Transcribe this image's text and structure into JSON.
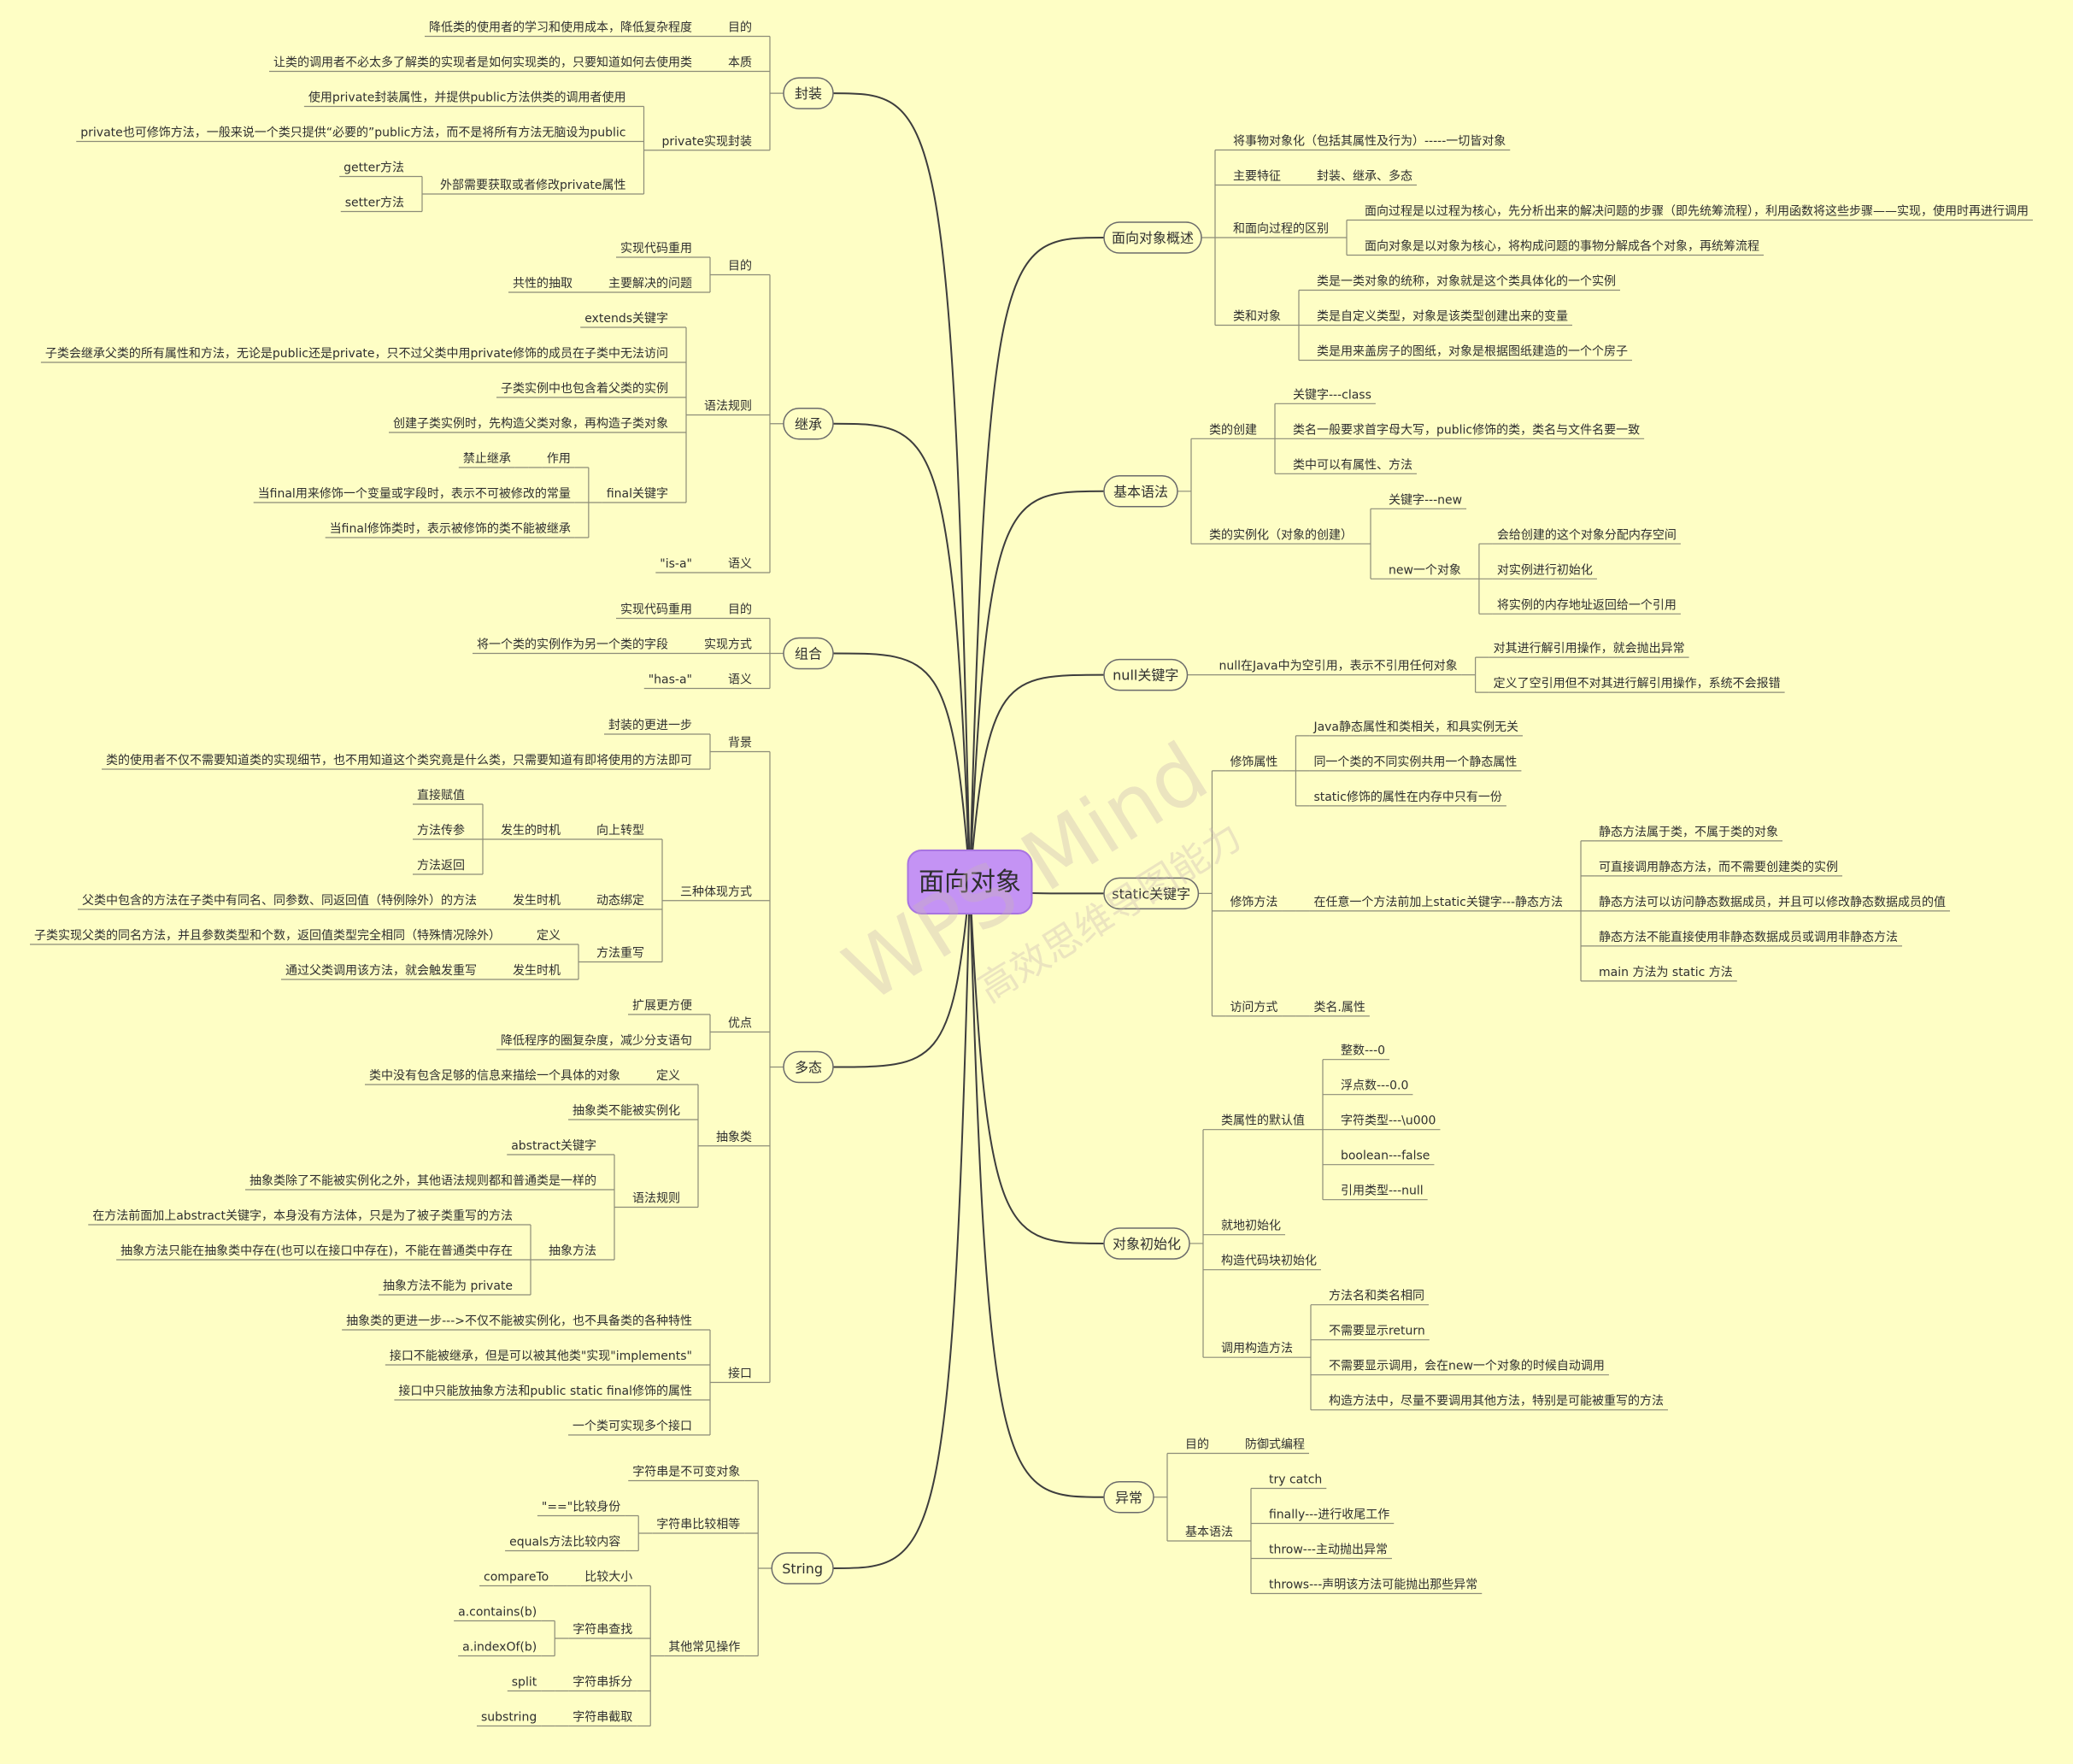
{
  "root": "面向对象",
  "watermark": {
    "brand": "WPS Mind",
    "sub": "高效思维导图能力"
  },
  "colors": {
    "bg": "#fefec5",
    "line": "#3d3d3d",
    "sub_line": "#8c8c78",
    "root_fill": "#c493f4",
    "root_stroke": "#a874e0",
    "text": "#2f2f2f"
  },
  "branches": {
    "left": [
      {
        "label": "封装",
        "children": [
          {
            "label": "目的",
            "children": [
              {
                "label": "降低类的使用者的学习和使用成本，降低复杂程度"
              }
            ]
          },
          {
            "label": "本质",
            "children": [
              {
                "label": "让类的调用者不必太多了解类的实现者是如何实现类的，只要知道如何去使用类"
              }
            ]
          },
          {
            "label": "private实现封装",
            "children": [
              {
                "label": "使用private封装属性，并提供public方法供类的调用者使用"
              },
              {
                "label": "private也可修饰方法，一般来说一个类只提供“必要的”public方法，而不是将所有方法无脑设为public"
              },
              {
                "label": "外部需要获取或者修改private属性",
                "children": [
                  {
                    "label": "getter方法"
                  },
                  {
                    "label": "setter方法"
                  }
                ]
              }
            ]
          }
        ]
      },
      {
        "label": "继承",
        "children": [
          {
            "label": "目的",
            "children": [
              {
                "label": "实现代码重用"
              },
              {
                "label": "主要解决的问题",
                "children": [
                  {
                    "label": "共性的抽取"
                  }
                ]
              }
            ]
          },
          {
            "label": "语法规则",
            "children": [
              {
                "label": "extends关键字"
              },
              {
                "label": "子类会继承父类的所有属性和方法，无论是public还是private，只不过父类中用private修饰的成员在子类中无法访问"
              },
              {
                "label": "子类实例中也包含着父类的实例"
              },
              {
                "label": "创建子类实例时，先构造父类对象，再构造子类对象"
              },
              {
                "label": "final关键字",
                "children": [
                  {
                    "label": "作用",
                    "children": [
                      {
                        "label": "禁止继承"
                      }
                    ]
                  },
                  {
                    "label": "当final用来修饰一个变量或字段时，表示不可被修改的常量"
                  },
                  {
                    "label": "当final修饰类时，表示被修饰的类不能被继承"
                  }
                ]
              }
            ]
          },
          {
            "label": "语义",
            "children": [
              {
                "label": "\"is-a\""
              }
            ]
          }
        ]
      },
      {
        "label": "组合",
        "children": [
          {
            "label": "目的",
            "children": [
              {
                "label": "实现代码重用"
              }
            ]
          },
          {
            "label": "实现方式",
            "children": [
              {
                "label": "将一个类的实例作为另一个类的字段"
              }
            ]
          },
          {
            "label": "语义",
            "children": [
              {
                "label": "\"has-a\""
              }
            ]
          }
        ]
      },
      {
        "label": "多态",
        "children": [
          {
            "label": "背景",
            "children": [
              {
                "label": "封装的更进一步"
              },
              {
                "label": "类的使用者不仅不需要知道类的实现细节，也不用知道这个类究竟是什么类，只需要知道有即将使用的方法即可"
              }
            ]
          },
          {
            "label": "三种体现方式",
            "children": [
              {
                "label": "向上转型",
                "children": [
                  {
                    "label": "发生的时机",
                    "children": [
                      {
                        "label": "直接赋值"
                      },
                      {
                        "label": "方法传参"
                      },
                      {
                        "label": "方法返回"
                      }
                    ]
                  }
                ]
              },
              {
                "label": "动态绑定",
                "children": [
                  {
                    "label": "发生时机",
                    "children": [
                      {
                        "label": "父类中包含的方法在子类中有同名、同参数、同返回值（特例除外）的方法"
                      }
                    ]
                  }
                ]
              },
              {
                "label": "方法重写",
                "children": [
                  {
                    "label": "定义",
                    "children": [
                      {
                        "label": "子类实现父类的同名方法，并且参数类型和个数，返回值类型完全相同（特殊情况除外）"
                      }
                    ]
                  },
                  {
                    "label": "发生时机",
                    "children": [
                      {
                        "label": "通过父类调用该方法，就会触发重写"
                      }
                    ]
                  }
                ]
              }
            ]
          },
          {
            "label": "优点",
            "children": [
              {
                "label": "扩展更方便"
              },
              {
                "label": "降低程序的圈复杂度，减少分支语句"
              }
            ]
          },
          {
            "label": "抽象类",
            "children": [
              {
                "label": "定义",
                "children": [
                  {
                    "label": "类中没有包含足够的信息来描绘一个具体的对象"
                  }
                ]
              },
              {
                "label": "抽象类不能被实例化"
              },
              {
                "label": "语法规则",
                "children": [
                  {
                    "label": "abstract关键字"
                  },
                  {
                    "label": "抽象类除了不能被实例化之外，其他语法规则都和普通类是一样的"
                  },
                  {
                    "label": "抽象方法",
                    "children": [
                      {
                        "label": "在方法前面加上abstract关键字，本身没有方法体，只是为了被子类重写的方法"
                      },
                      {
                        "label": "抽象方法只能在抽象类中存在(也可以在接口中存在)，不能在普通类中存在"
                      },
                      {
                        "label": "抽象方法不能为 private"
                      }
                    ]
                  }
                ]
              }
            ]
          },
          {
            "label": "接口",
            "children": [
              {
                "label": "抽象类的更进一步--->不仅不能被实例化，也不具备类的各种特性"
              },
              {
                "label": "接口不能被继承，但是可以被其他类\"实现\"implements\""
              },
              {
                "label": "接口中只能放抽象方法和public static final修饰的属性"
              },
              {
                "label": "一个类可实现多个接口"
              }
            ]
          }
        ]
      },
      {
        "label": "String",
        "children": [
          {
            "label": "字符串是不可变对象"
          },
          {
            "label": "字符串比较相等",
            "children": [
              {
                "label": "\"==\"比较身份"
              },
              {
                "label": "equals方法比较内容"
              }
            ]
          },
          {
            "label": "其他常见操作",
            "children": [
              {
                "label": "比较大小",
                "children": [
                  {
                    "label": "compareTo"
                  }
                ]
              },
              {
                "label": "字符串查找",
                "children": [
                  {
                    "label": "a.contains(b)"
                  },
                  {
                    "label": "a.indexOf(b)"
                  }
                ]
              },
              {
                "label": "字符串拆分",
                "children": [
                  {
                    "label": "split"
                  }
                ]
              },
              {
                "label": "字符串截取",
                "children": [
                  {
                    "label": "substring"
                  }
                ]
              }
            ]
          }
        ]
      }
    ],
    "right": [
      {
        "label": "面向对象概述",
        "children": [
          {
            "label": "将事物对象化（包括其属性及行为）-----一切皆对象"
          },
          {
            "label": "主要特征",
            "children": [
              {
                "label": "封装、继承、多态"
              }
            ]
          },
          {
            "label": "和面向过程的区别",
            "children": [
              {
                "label": "面向过程是以过程为核心，先分析出来的解决问题的步骤（即先统筹流程），利用函数将这些步骤——实现，使用时再进行调用"
              },
              {
                "label": "面向对象是以对象为核心，将构成问题的事物分解成各个对象，再统筹流程"
              }
            ]
          },
          {
            "label": "类和对象",
            "children": [
              {
                "label": "类是一类对象的统称，对象就是这个类具体化的一个实例"
              },
              {
                "label": "类是自定义类型，对象是该类型创建出来的变量"
              },
              {
                "label": "类是用来盖房子的图纸，对象是根据图纸建造的一个个房子"
              }
            ]
          }
        ]
      },
      {
        "label": "基本语法",
        "children": [
          {
            "label": "类的创建",
            "children": [
              {
                "label": "关键字---class"
              },
              {
                "label": "类名一般要求首字母大写，public修饰的类，类名与文件名要一致"
              },
              {
                "label": "类中可以有属性、方法"
              }
            ]
          },
          {
            "label": "类的实例化（对象的创建）",
            "children": [
              {
                "label": "关键字---new"
              },
              {
                "label": "new一个对象",
                "children": [
                  {
                    "label": "会给创建的这个对象分配内存空间"
                  },
                  {
                    "label": "对实例进行初始化"
                  },
                  {
                    "label": "将实例的内存地址返回给一个引用"
                  }
                ]
              }
            ]
          }
        ]
      },
      {
        "label": "null关键字",
        "children": [
          {
            "label": "null在Java中为空引用，表示不引用任何对象",
            "children": [
              {
                "label": "对其进行解引用操作，就会抛出异常"
              },
              {
                "label": "定义了空引用但不对其进行解引用操作，系统不会报错"
              }
            ]
          }
        ]
      },
      {
        "label": "static关键字",
        "children": [
          {
            "label": "修饰属性",
            "children": [
              {
                "label": "Java静态属性和类相关，和具实例无关"
              },
              {
                "label": "同一个类的不同实例共用一个静态属性"
              },
              {
                "label": "static修饰的属性在内存中只有一份"
              }
            ]
          },
          {
            "label": "修饰方法",
            "children": [
              {
                "label": "在任意一个方法前加上static关键字---静态方法",
                "children": [
                  {
                    "label": "静态方法属于类，不属于类的对象"
                  },
                  {
                    "label": "可直接调用静态方法，而不需要创建类的实例"
                  },
                  {
                    "label": "静态方法可以访问静态数据成员，并且可以修改静态数据成员的值"
                  },
                  {
                    "label": "静态方法不能直接使用非静态数据成员或调用非静态方法"
                  },
                  {
                    "label": "main 方法为 static 方法"
                  }
                ]
              }
            ]
          },
          {
            "label": "访问方式",
            "children": [
              {
                "label": "类名.属性"
              }
            ]
          }
        ]
      },
      {
        "label": "对象初始化",
        "children": [
          {
            "label": "类属性的默认值",
            "children": [
              {
                "label": "整数---0"
              },
              {
                "label": "浮点数---0.0"
              },
              {
                "label": "字符类型---\\u000"
              },
              {
                "label": "boolean---false"
              },
              {
                "label": "引用类型---null"
              }
            ]
          },
          {
            "label": "就地初始化"
          },
          {
            "label": "构造代码块初始化"
          },
          {
            "label": "调用构造方法",
            "children": [
              {
                "label": "方法名和类名相同"
              },
              {
                "label": "不需要显示return"
              },
              {
                "label": "不需要显示调用，会在new一个对象的时候自动调用"
              },
              {
                "label": "构造方法中，尽量不要调用其他方法，特别是可能被重写的方法"
              }
            ]
          }
        ]
      },
      {
        "label": "异常",
        "children": [
          {
            "label": "目的",
            "children": [
              {
                "label": "防御式编程"
              }
            ]
          },
          {
            "label": "基本语法",
            "children": [
              {
                "label": "try catch"
              },
              {
                "label": "finally---进行收尾工作"
              },
              {
                "label": "throw---主动抛出异常"
              },
              {
                "label": "throws---声明该方法可能抛出那些异常"
              }
            ]
          }
        ]
      }
    ]
  }
}
